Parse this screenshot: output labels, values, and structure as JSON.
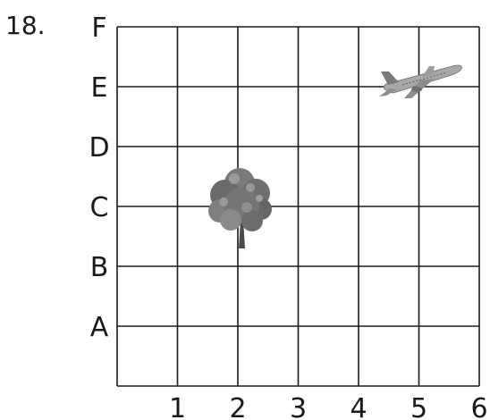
{
  "question_number": "18.",
  "grid": {
    "x_labels": [
      "1",
      "2",
      "3",
      "4",
      "5",
      "6"
    ],
    "y_labels": [
      "A",
      "B",
      "C",
      "D",
      "E",
      "F"
    ]
  },
  "objects": [
    {
      "name": "tree",
      "icon": "tree-icon",
      "point": [
        "2",
        "C"
      ]
    },
    {
      "name": "airplane",
      "icon": "airplane-icon",
      "point": [
        "5",
        "E"
      ]
    }
  ],
  "colors": {
    "grid": "#1a1a1a",
    "tree_foliage": "#6e6e6e",
    "tree_trunk": "#4a4a4a",
    "airplane": "#9a9a9a"
  }
}
